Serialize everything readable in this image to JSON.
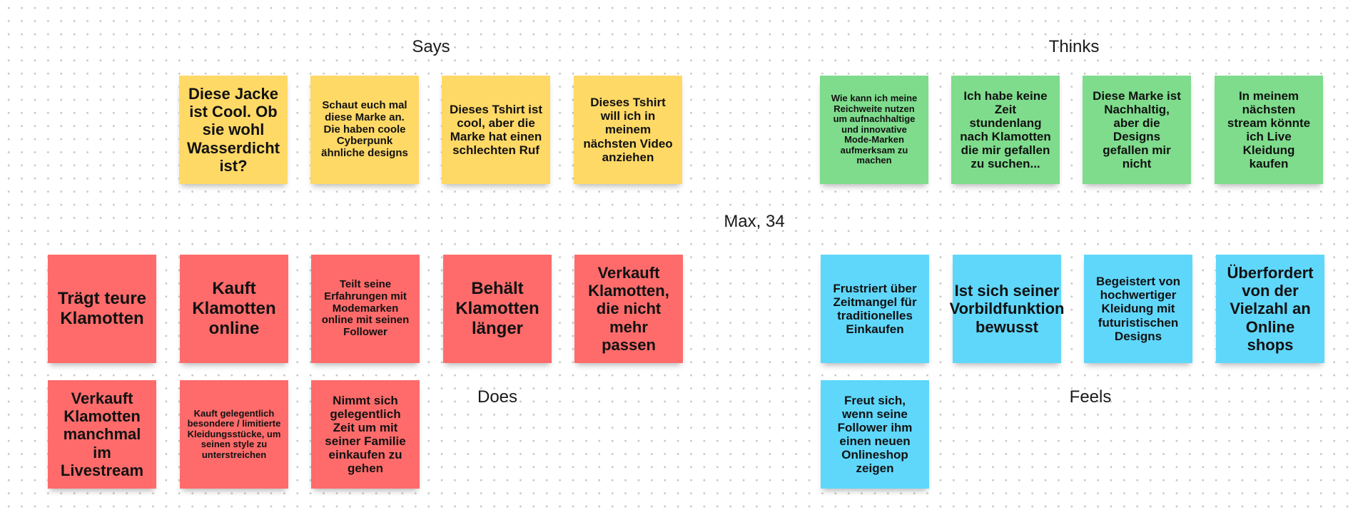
{
  "labels": {
    "says": "Says",
    "thinks": "Thinks",
    "persona": "Max, 34",
    "does": "Does",
    "feels": "Feels"
  },
  "colors": {
    "says": "#ffd966",
    "thinks": "#7edc8c",
    "does": "#ff6b6b",
    "feels": "#5fd7fb"
  },
  "notes": {
    "says": [
      "Diese Jacke ist Cool. Ob sie wohl Wasserdicht ist?",
      "Schaut euch mal diese Marke an. Die haben coole Cyberpunk ähnliche designs",
      "Dieses Tshirt ist cool, aber die Marke hat einen schlechten Ruf",
      "Dieses Tshirt will ich in meinem nächsten Video anziehen"
    ],
    "thinks": [
      "Wie kann ich meine Reichweite nutzen um aufnachhaltige und innovative Mode-Marken aufmerksam zu machen",
      "Ich habe keine Zeit stundenlang nach Klamotten die mir gefallen zu suchen...",
      "Diese Marke ist Nachhaltig, aber die Designs gefallen mir nicht",
      "In meinem nächsten stream könnte ich Live Kleidung kaufen"
    ],
    "does": [
      "Trägt teure Klamotten",
      "Kauft Klamotten online",
      "Teilt seine Erfahrungen mit Modemarken online mit seinen Follower",
      "Behält Klamotten länger",
      "Verkauft Klamotten, die nicht mehr passen",
      "Verkauft Klamotten manchmal im Livestream",
      "Kauft gelegentlich besondere / limitierte Kleidungsstücke, um seinen style zu unterstreichen",
      "Nimmt sich gelegentlich Zeit um mit seiner Familie einkaufen zu gehen"
    ],
    "feels": [
      "Frustriert über Zeitmangel für traditionelles Einkaufen",
      "Ist sich seiner Vorbildfunktion bewusst",
      "Begeistert von hochwertiger Kleidung mit futuristischen Designs",
      "Überfordert von der Vielzahl an Online shops",
      "Freut sich, wenn seine Follower ihm einen neuen Onlineshop zeigen"
    ]
  }
}
